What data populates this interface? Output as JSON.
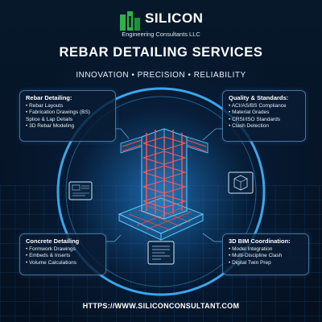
{
  "brand": {
    "name": "SILICON",
    "subtitle": "Engineering Consultants LLC",
    "accent": "#2bb34a"
  },
  "title": "REBAR DETAILING SERVICES",
  "tagline": "INNOVATION • PRECISION • RELIABILITY",
  "panels": {
    "rebar": {
      "heading": "Rebar Detailing:",
      "items": [
        "• Rebar Layouts",
        "• Fabrication Drawings (BS)",
        "Splice & Lap Details",
        "• 3D Rebar Modeling"
      ]
    },
    "quality": {
      "heading": "Quality & Standards:",
      "items": [
        "• ACI/AS/BS Compliance",
        "• Material Grades",
        "• CRSI/ISO Standards",
        "• Clash Detection"
      ]
    },
    "concrete": {
      "heading": "Concrete Detailing",
      "items": [
        "• Formwork Drawings",
        "• Embeds & Inserts",
        "• Volume Calculations"
      ]
    },
    "bim": {
      "heading": "3D BIM Coordination:",
      "items": [
        "• Model Integration",
        "• Multi-Discipline Clash",
        "• Digital Twin Prep"
      ]
    }
  },
  "url": "HTTPS://WWW.SILICONCONSULTANT.COM",
  "colors": {
    "ring": "#3fb6ff",
    "rebar": "#ff4a4a",
    "structure": "#5fd0ff"
  }
}
